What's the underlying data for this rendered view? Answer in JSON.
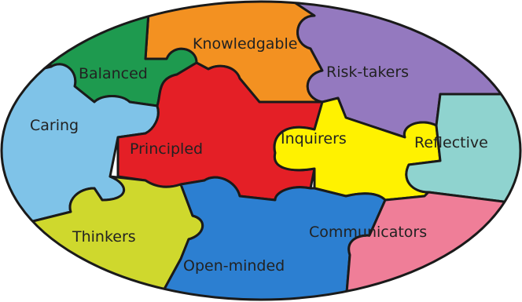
{
  "pieces": [
    {
      "id": "knowledgable",
      "label": "Knowledgable",
      "color": "#f39121"
    },
    {
      "id": "risk-takers",
      "label": "Risk-takers",
      "color": "#9479bf"
    },
    {
      "id": "balanced",
      "label": "Balanced",
      "color": "#1e9a4f"
    },
    {
      "id": "caring",
      "label": "Caring",
      "color": "#7fc3e8"
    },
    {
      "id": "principled",
      "label": "Principled",
      "color": "#e41f26"
    },
    {
      "id": "inquirers",
      "label": "Inquirers",
      "color": "#fff200"
    },
    {
      "id": "reflective",
      "label": "Reflective",
      "color": "#8fd3cf"
    },
    {
      "id": "thinkers",
      "label": "Thinkers",
      "color": "#cfd82d"
    },
    {
      "id": "open-minded",
      "label": "Open-minded",
      "color": "#2c7fd1"
    },
    {
      "id": "communicators",
      "label": "Communicators",
      "color": "#ef7e98"
    }
  ]
}
